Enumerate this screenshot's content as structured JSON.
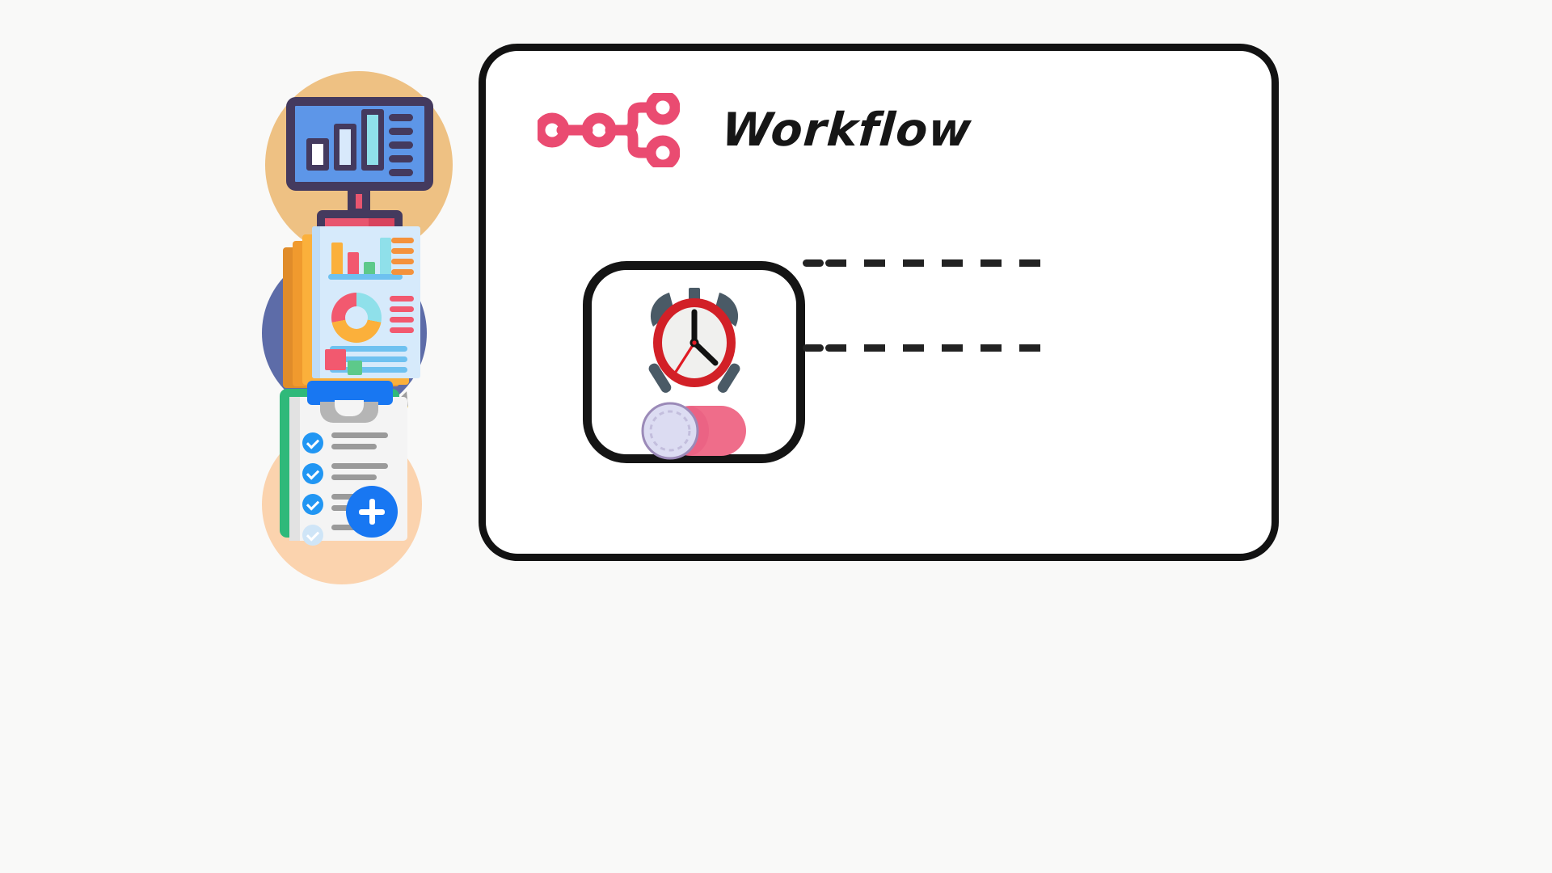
{
  "page": {
    "background_color": "#f9f9f8",
    "title": "Workflow"
  },
  "sidebar": {
    "name": "illustration-rail",
    "items": [
      {
        "icon": "dashboard-monitor-icon",
        "label": "Dashboard",
        "circle_color": "#eec183",
        "accent_color": "#5d96e8"
      },
      {
        "icon": "reports-documents-icon",
        "label": "Reports",
        "circle_color": "#5d6ca8",
        "accent_color": "#fbb03b"
      },
      {
        "icon": "checklist-clipboard-add-icon",
        "label": "Checklist",
        "circle_color": "#fbd3ae",
        "accent_color": "#2fb97a"
      }
    ]
  },
  "canvas": {
    "name": "workflow-canvas",
    "border_color": "#121212",
    "background_color": "#ffffff",
    "header": {
      "logo_icon": "n8n-workflow-nodes-icon",
      "logo_color": "#ea4b71",
      "title": "Workflow"
    },
    "nodes": [
      {
        "name": "schedule-trigger-node",
        "border_color": "#141414",
        "icons": [
          {
            "icon": "alarm-clock-icon",
            "color": "#d22027"
          },
          {
            "icon": "toggle-switch-icon",
            "track_color": "#ef6d8a",
            "knob_color": "#dcdcf2",
            "state": "on"
          }
        ],
        "outputs": 2
      }
    ],
    "connectors": [
      {
        "name": "connector-top",
        "style": "dashed",
        "color": "#222222"
      },
      {
        "name": "connector-bottom",
        "style": "dashed",
        "color": "#222222"
      }
    ]
  }
}
